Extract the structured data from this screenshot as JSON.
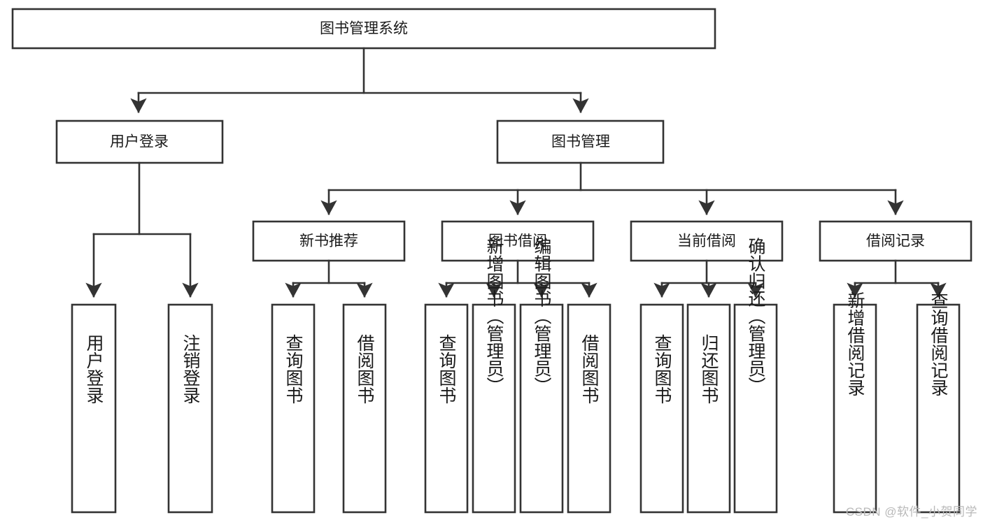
{
  "diagram": {
    "title": "图书管理系统",
    "type": "hierarchy-tree",
    "watermark": "CSDN @软件_小贺同学",
    "colors": {
      "box_stroke": "#333333",
      "box_fill": "#ffffff",
      "text": "#1a1a1a",
      "background": "#ffffff",
      "watermark": "#b9b9b9"
    },
    "root": {
      "label": "图书管理系统",
      "level": 0
    },
    "level1": [
      {
        "label": "用户登录"
      },
      {
        "label": "图书管理"
      }
    ],
    "level2": [
      {
        "label": "新书推荐",
        "parent": "图书管理"
      },
      {
        "label": "图书借阅",
        "parent": "图书管理"
      },
      {
        "label": "当前借阅",
        "parent": "图书管理"
      },
      {
        "label": "借阅记录",
        "parent": "图书管理"
      }
    ],
    "leaves": {
      "user_login": [
        {
          "label": "用户登录"
        },
        {
          "label": "注销登录"
        }
      ],
      "new_book_recommend": [
        {
          "label": "查询图书"
        },
        {
          "label": "借阅图书"
        }
      ],
      "book_borrow": [
        {
          "label": "查询图书"
        },
        {
          "label": "新增图书（管理员）"
        },
        {
          "label": "编辑图书（管理员）"
        },
        {
          "label": "借阅图书"
        }
      ],
      "current_borrow": [
        {
          "label": "查询图书"
        },
        {
          "label": "归还图书"
        },
        {
          "label": "确认归还（管理员）"
        }
      ],
      "borrow_record": [
        {
          "label": "新增借阅记录"
        },
        {
          "label": "查询借阅记录"
        }
      ]
    }
  }
}
